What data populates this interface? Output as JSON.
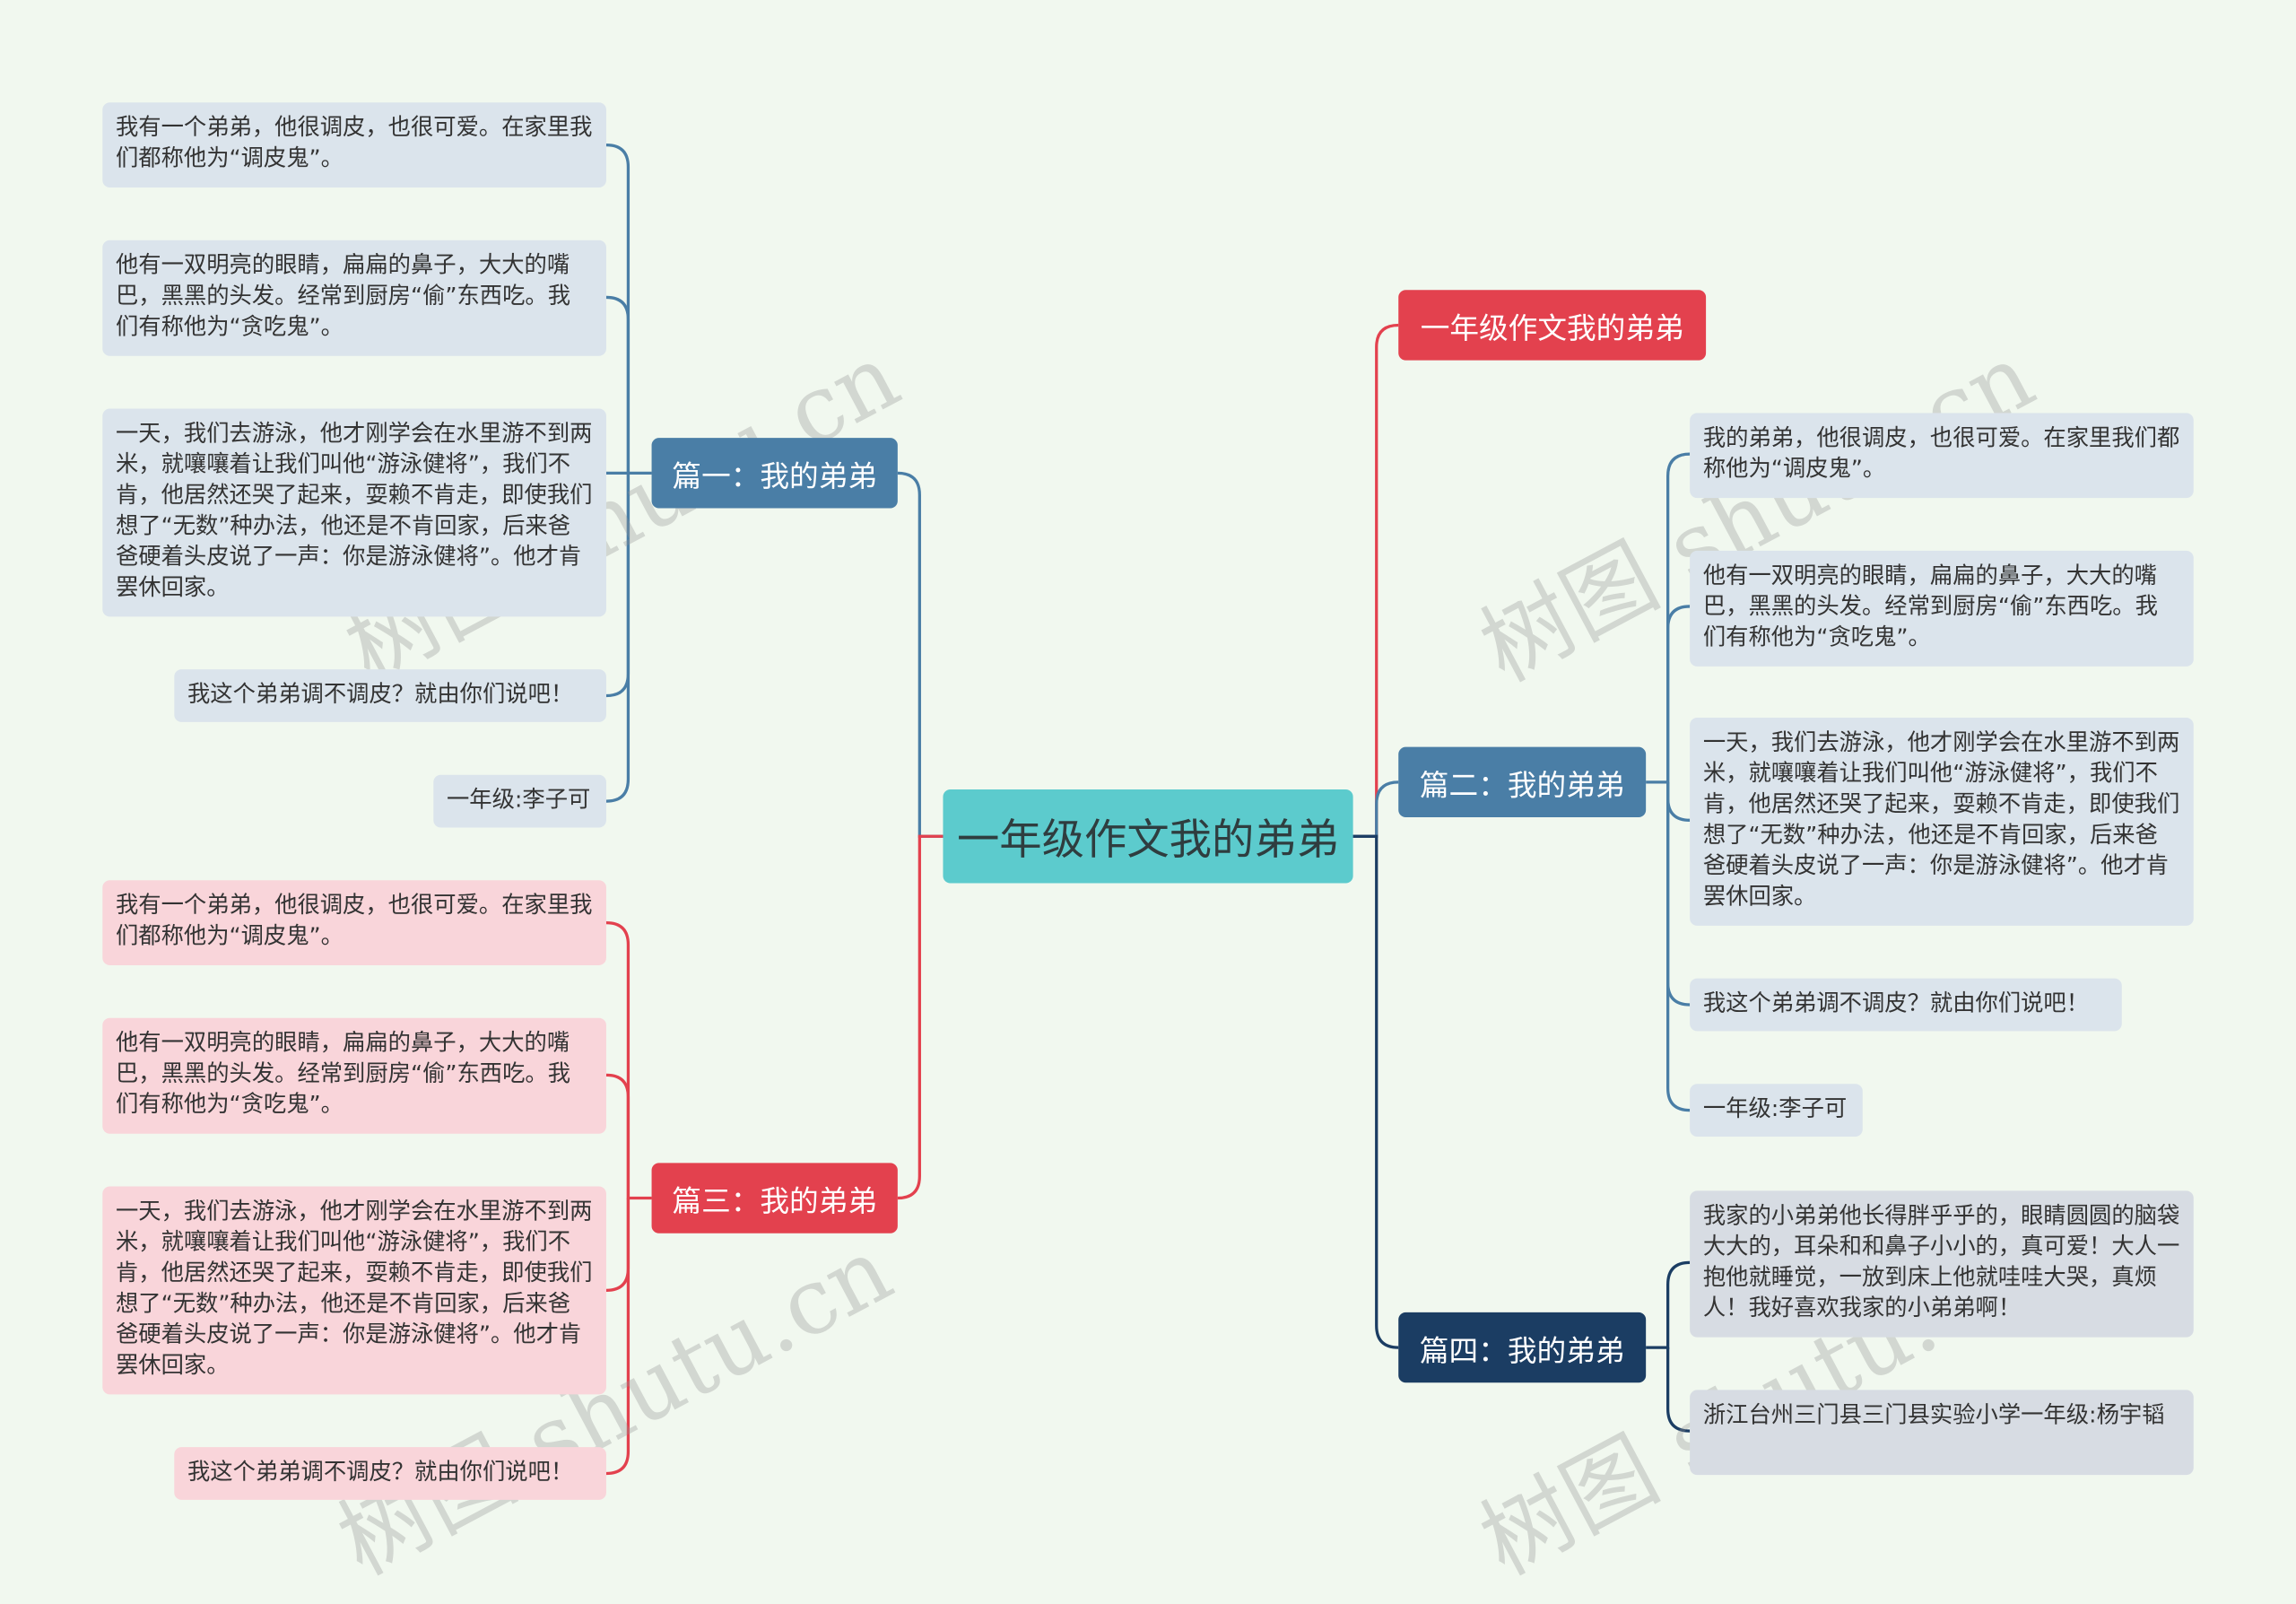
{
  "root": {
    "label": "一年级作文我的弟弟"
  },
  "title_node": {
    "label": "一年级作文我的弟弟"
  },
  "branches": {
    "b1": {
      "label": "篇一：我的弟弟",
      "leaves": [
        "我有一个弟弟，他很调皮，也很可爱。在家里我们都称他为“调皮鬼”。",
        "他有一双明亮的眼睛，扁扁的鼻子，大大的嘴巴，黑黑的头发。经常到厨房“偷”东西吃。我们有称他为“贪吃鬼”。",
        "一天，我们去游泳，他才刚学会在水里游不到两米，就嚷嚷着让我们叫他“游泳健将”，我们不肯，他居然还哭了起来，耍赖不肯走，即使我们想了“无数”种办法，他还是不肯回家，后来爸爸硬着头皮说了一声：你是游泳健将”。他才肯罢休回家。",
        "我这个弟弟调不调皮？就由你们说吧！",
        "一年级:李子可"
      ]
    },
    "b3": {
      "label": "篇三：我的弟弟",
      "leaves": [
        "我有一个弟弟，他很调皮，也很可爱。在家里我们都称他为“调皮鬼”。",
        "他有一双明亮的眼睛，扁扁的鼻子，大大的嘴巴，黑黑的头发。经常到厨房“偷”东西吃。我们有称他为“贪吃鬼”。",
        "一天，我们去游泳，他才刚学会在水里游不到两米，就嚷嚷着让我们叫他“游泳健将”，我们不肯，他居然还哭了起来，耍赖不肯走，即使我们想了“无数”种办法，他还是不肯回家，后来爸爸硬着头皮说了一声：你是游泳健将”。他才肯罢休回家。",
        "我这个弟弟调不调皮？就由你们说吧！"
      ]
    },
    "b2": {
      "label": "篇二：我的弟弟",
      "leaves": [
        "我的弟弟，他很调皮，也很可爱。在家里我们都称他为“调皮鬼”。",
        "他有一双明亮的眼睛，扁扁的鼻子，大大的嘴巴，黑黑的头发。经常到厨房“偷”东西吃。我们有称他为“贪吃鬼”。",
        "一天，我们去游泳，他才刚学会在水里游不到两米，就嚷嚷着让我们叫他“游泳健将”，我们不肯，他居然还哭了起来，耍赖不肯走，即使我们想了“无数”种办法，他还是不肯回家，后来爸爸硬着头皮说了一声：你是游泳健将”。他才肯罢休回家。",
        "我这个弟弟调不调皮？就由你们说吧！",
        "一年级:李子可"
      ]
    },
    "b4": {
      "label": "篇四：我的弟弟",
      "leaves": [
        "我家的小弟弟他长得胖乎乎的，眼睛圆圆的脑袋大大的，耳朵和和鼻子小小的，真可爱！大人一抱他就睡觉，一放到床上他就哇哇大哭，真烦人！我好喜欢我家的小弟弟啊！",
        "浙江台州三门县三门县实验小学一年级:杨宇韬"
      ]
    }
  },
  "watermark": "树图 shutu.cn",
  "colors": {
    "blue": "#4a7ea6",
    "red": "#e3414e",
    "navy": "#1b3d63",
    "root": "#5ccbcd"
  }
}
